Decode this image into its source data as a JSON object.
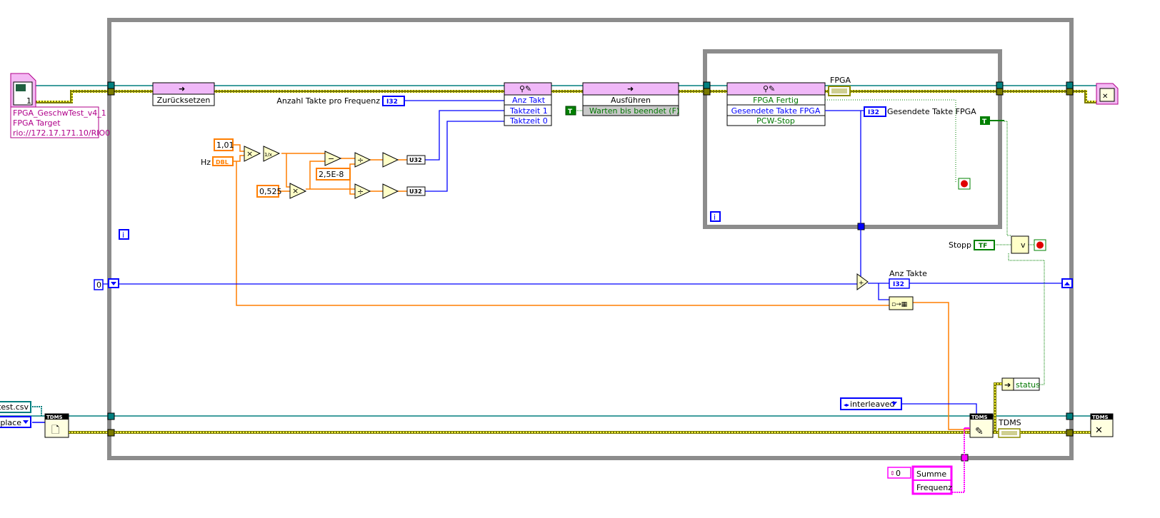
{
  "fpga_reference": {
    "name": "FPGA_GeschwTest_v4_1",
    "target": "FPGA Target",
    "resource": "rio://172.17.171.10/RIO0",
    "icon_number": "1"
  },
  "nodes": {
    "reset_method": "Zurücksetzen",
    "run_method": "Ausführen",
    "run_param": "Warten bis beendet (F)",
    "write_controls": [
      "Anz Takt",
      "Taktzeit 1",
      "Taktzeit 0"
    ],
    "read_indicators": [
      "FPGA Fertig",
      "Gesendete Takte FPGA",
      "PCW-Stop"
    ],
    "add_symbol": "+",
    "or_symbol": "v",
    "multiply_symbol": "×",
    "reciprocal_symbol": "1/x",
    "subtract_symbol": "−",
    "divide_symbol": "÷"
  },
  "labels": {
    "anzahl_takte_pro_frequenz": "Anzahl Takte pro Frequenz",
    "hz": "Hz",
    "fpga": "FPGA",
    "gesendete_takte_fpga": "Gesendete Takte FPGA",
    "stopp": "Stopp",
    "anz_takte": "Anz Takte",
    "tdms": "TDMS",
    "status": "status"
  },
  "constants": {
    "c1": "1,01",
    "c2": "0,525",
    "c3": "2,5E-8",
    "shift_init": "0",
    "true_const": "T",
    "file_path": "test.csv",
    "open_mode": "replace",
    "interleave_mode": "interleaved",
    "array_index": "0",
    "array_items": [
      "Summe",
      "Frequenz"
    ]
  },
  "terminals": {
    "i32": "I32",
    "dbl": "DBL",
    "u32": "U32",
    "tf": "TF",
    "tdms_header": "TDMS",
    "loop_iteration": "i"
  },
  "colors": {
    "loop_frame": "#8c8c8c",
    "refnum_wire": "#007f7f",
    "error_wire": "#8a8a00",
    "int_wire": "#0000ff",
    "dbl_wire": "#ff7f00",
    "bool_wire": "#008000",
    "string_wire": "#ff00ff",
    "method_node_header": "#f0b8f8"
  }
}
